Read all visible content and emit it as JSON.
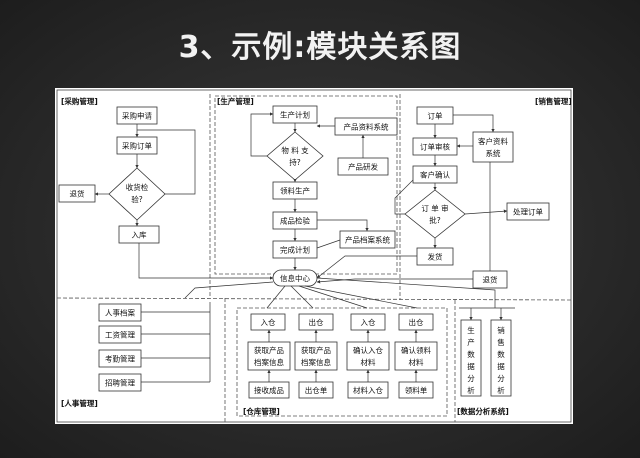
{
  "slide": {
    "title": "3、示例:模块关系图"
  },
  "sections": {
    "purchase": "[采购管理]",
    "production": "[生产管理]",
    "sales": "[销售管理]",
    "hr": "[人事管理]",
    "warehouse": "[仓库管理]",
    "analysis": "[数据分析系统]"
  },
  "purchase": {
    "request": "采购申请",
    "order": "采购订单",
    "inspect_1": "收货检",
    "inspect_2": "验?",
    "return": "退货",
    "stock_in": "入库"
  },
  "production": {
    "plan": "生产计划",
    "material_1": "物 料 支",
    "material_2": "持?",
    "product_info_sys": "产品资料系统",
    "rnd": "产品研发",
    "pick": "领料生产",
    "qc": "成品检验",
    "done": "完成计划",
    "archive_sys": "产品档案系统",
    "info_center": "信息中心"
  },
  "sales": {
    "order": "订单",
    "review": "订单审核",
    "customer_sys_1": "客户资料",
    "customer_sys_2": "系统",
    "confirm": "客户确认",
    "approve_1": "订 单 审",
    "approve_2": "批?",
    "handle": "处理订单",
    "ship": "发货",
    "return": "退货"
  },
  "hr": {
    "records": "人事档案",
    "salary": "工资管理",
    "attendance": "考勤管理",
    "hiring": "招聘管理"
  },
  "warehouse": {
    "in_1": "入仓",
    "out_1": "出仓",
    "in_2": "入仓",
    "out_2": "出仓",
    "get_info_1a": "获取产品",
    "get_info_1b": "档案信息",
    "get_info_2a": "获取产品",
    "get_info_2b": "档案信息",
    "confirm_in_a": "确认入仓",
    "confirm_in_b": "材料",
    "confirm_pick_a": "确认领料",
    "confirm_pick_b": "材料",
    "receive_product": "接收成品",
    "out_slip": "出仓单",
    "material_in": "材料入仓",
    "pick_slip": "领料单"
  },
  "analysis": {
    "production_data": [
      "生",
      "产",
      "数",
      "据",
      "分",
      "析"
    ],
    "sales_data": [
      "销",
      "售",
      "数",
      "据",
      "分",
      "析"
    ]
  }
}
